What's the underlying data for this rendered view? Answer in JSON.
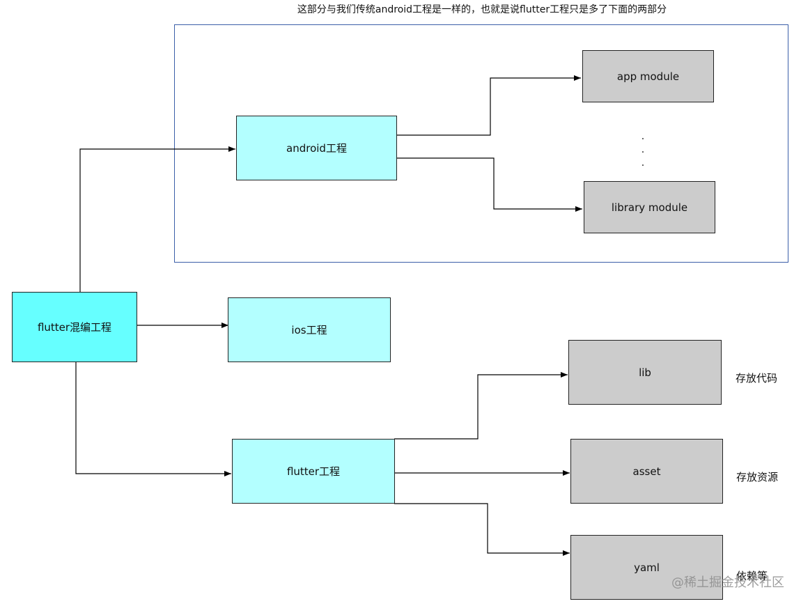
{
  "caption": "这部分与我们传统android工程是一样的，也就是说flutter工程只是多了下面的两部分",
  "nodes": {
    "root": "flutter混编工程",
    "android": "android工程",
    "ios": "ios工程",
    "flutter": "flutter工程",
    "app_module": "app module",
    "library_module": "library module",
    "lib": "lib",
    "asset": "asset",
    "yaml": "yaml"
  },
  "ellipsis": [
    ".",
    ".",
    "."
  ],
  "notes": {
    "lib": "存放代码",
    "asset": "存放资源",
    "yaml": "依赖等"
  },
  "watermark": "@稀土掘金技术社区",
  "colors": {
    "root_fill": "#66ffff",
    "project_fill": "#b3ffff",
    "module_fill": "#cccccc",
    "frame_border": "#3b5ea8"
  }
}
